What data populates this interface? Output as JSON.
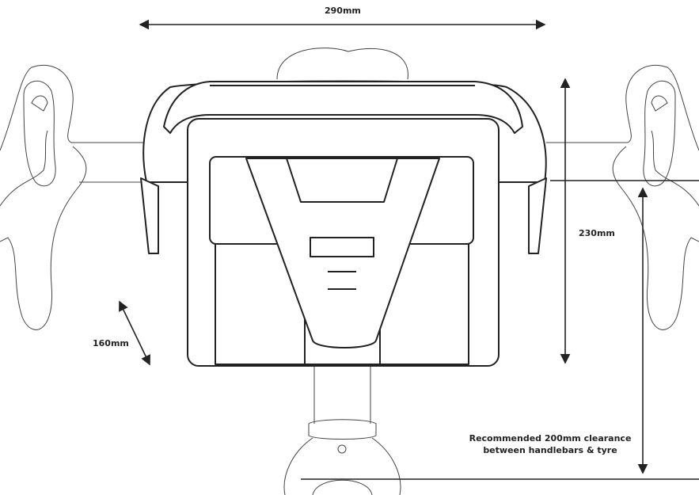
{
  "dimensions": {
    "width_label": "290mm",
    "height_label": "230mm",
    "depth_label": "160mm",
    "clearance_note_line1": "Recommended 200mm clearance",
    "clearance_note_line2": "between handlebars & tyre"
  },
  "colors": {
    "line": "#222222",
    "background": "#ffffff"
  }
}
